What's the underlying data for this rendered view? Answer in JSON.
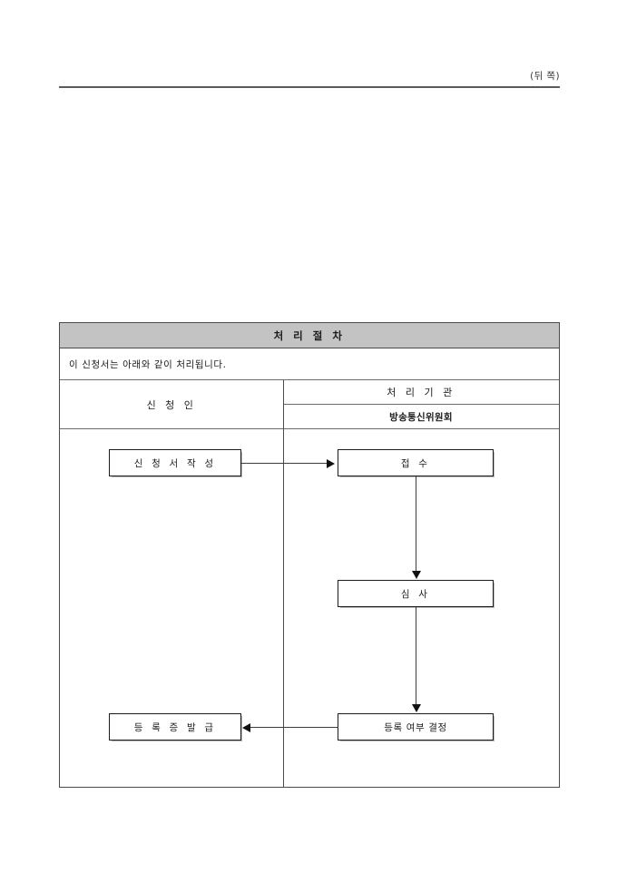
{
  "page": {
    "header_label": "(뒤 쪽)"
  },
  "table": {
    "title": "처 리 절 차",
    "description": "이 신청서는 아래와 같이 처리됩니다.",
    "columns": {
      "applicant": "신 청 인",
      "agency_title": "처 리 기 관",
      "agency_name": "방송통신위원회"
    }
  },
  "flow": {
    "nodes": [
      {
        "id": "apply",
        "label": "신 청 서  작 성"
      },
      {
        "id": "receipt",
        "label": "접    수"
      },
      {
        "id": "review",
        "label": "심    사"
      },
      {
        "id": "decide",
        "label": "등록 여부 결정"
      },
      {
        "id": "issue",
        "label": "등 록 증  발 급"
      }
    ],
    "connectors": [
      {
        "id": "apply-to-receipt",
        "from": "apply",
        "to": "receipt",
        "direction": "right"
      },
      {
        "id": "receipt-to-review",
        "from": "receipt",
        "to": "review",
        "direction": "down"
      },
      {
        "id": "review-to-decide",
        "from": "review",
        "to": "decide",
        "direction": "down"
      },
      {
        "id": "decide-to-issue",
        "from": "decide",
        "to": "issue",
        "direction": "left"
      }
    ]
  },
  "colors": {
    "title_band": "#c3c3c3",
    "border": "#4a4a4a",
    "text": "#1c1c1c",
    "connector": "#3d3d3d"
  }
}
